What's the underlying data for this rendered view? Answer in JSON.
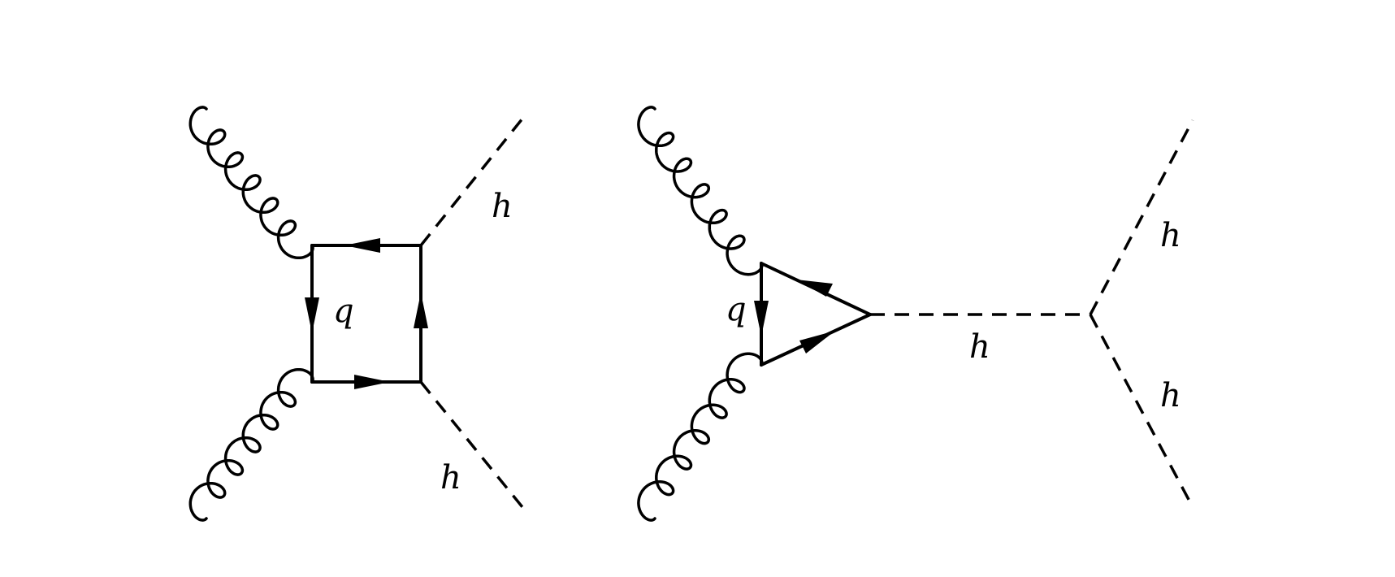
{
  "diagrams": [
    {
      "name": "box-diagram",
      "labels": {
        "loop_particle": "q",
        "higgs_upper": "h",
        "higgs_lower": "h"
      }
    },
    {
      "name": "triangle-diagram",
      "labels": {
        "loop_particle": "q",
        "higgs_propagator": "h",
        "higgs_upper": "h",
        "higgs_lower": "h"
      }
    }
  ],
  "colors": {
    "ink": "#000000",
    "background": "#ffffff"
  }
}
